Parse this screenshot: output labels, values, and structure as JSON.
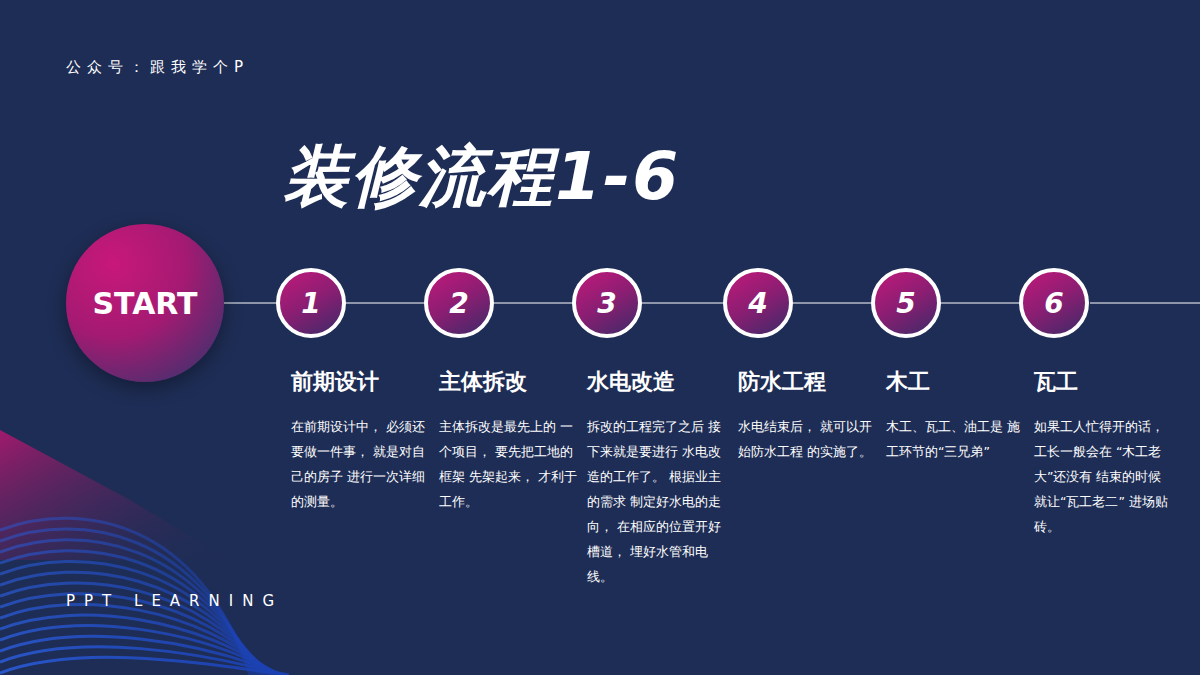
{
  "diagram": {
    "title": "装修流程1-6",
    "nodes": [
      {
        "text": [
          "START"
        ]
      },
      {
        "text": [
          "1",
          "前期设计",
          "在前期设计中， 必须还要做一件事， 就是对自己的房子 进行一次详细的测量。"
        ]
      },
      {
        "text": [
          "2",
          "主体拆改",
          "主体拆改是最先上的 一个项目， 要先把工地的框架 先架起来， 才利于工作。"
        ]
      },
      {
        "text": [
          "3",
          "水电改造",
          "拆改的工程完了之后 接下来就是要进行 水电改造的工作了。 根据业主的需求 制定好水电的走向， 在相应的位置开好槽道， 埋好水管和电线。"
        ]
      },
      {
        "text": [
          "4",
          "防水工程",
          "水电结束后， 就可以开始防水工程 的实施了。"
        ]
      },
      {
        "text": [
          "5",
          "木工",
          "木工、瓦工、油工是 施工环节的“三兄弟”"
        ]
      },
      {
        "text": [
          "6",
          "瓦工",
          "如果工人忙得开的话， 工长一般会在 “木工老大”还没有 结束的时候 就让“瓦工老二” 进场贴砖。"
        ]
      }
    ],
    "edges": [
      {
        "from": 0,
        "to": 1,
        "arrow": "none"
      },
      {
        "from": 1,
        "to": 2,
        "arrow": "none"
      },
      {
        "from": 2,
        "to": 3,
        "arrow": "none"
      },
      {
        "from": 3,
        "to": 4,
        "arrow": "none"
      },
      {
        "from": 4,
        "to": 5,
        "arrow": "none"
      },
      {
        "from": 5,
        "to": 6,
        "arrow": "none"
      }
    ],
    "labels": [
      "公众号：跟我学个P",
      "PPT LEARNING"
    ]
  }
}
